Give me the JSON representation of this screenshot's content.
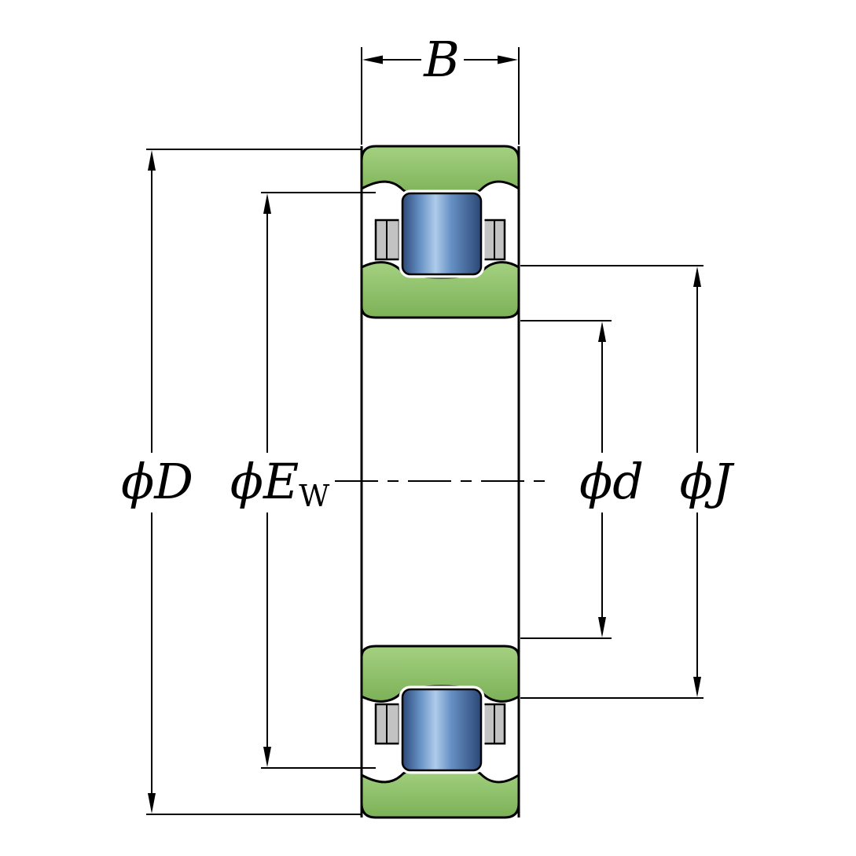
{
  "title": "Cylindrical roller bearing N-type cross-section dimension diagram",
  "labels": {
    "width": "B",
    "outer_diameter": "ϕD",
    "raceway_diameter_main": "ϕE",
    "raceway_diameter_sub": "W",
    "bore_diameter": "ϕd",
    "rib_diameter": "ϕJ"
  },
  "colors": {
    "ring_green_light": "#A4D181",
    "ring_green_dark": "#7CB157",
    "roller_blue_edge": "#2B4876",
    "roller_blue_mid": "#6690C4",
    "roller_blue_light": "#AECBEA",
    "cage_gray": "#C3C3C3",
    "outline_ink": "#000000",
    "background": "#FFFFFF"
  }
}
